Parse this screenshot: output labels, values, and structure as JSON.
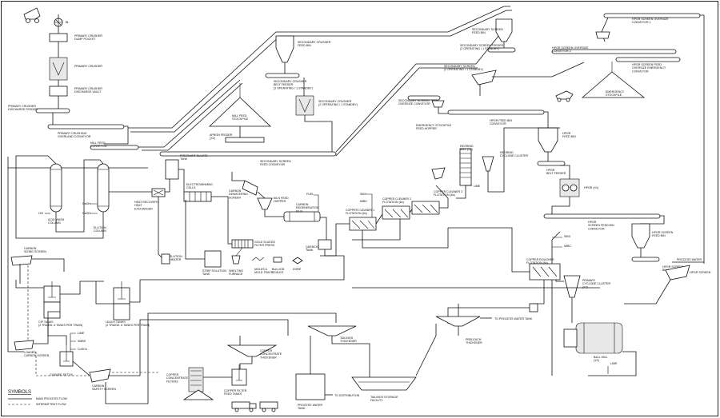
{
  "labels": {
    "bl": "BL",
    "primary_crusher_dump_pocket": [
      "PRIMARY CRUSHER",
      "DUMP POCKET"
    ],
    "primary_crusher": [
      "PRIMARY CRUSHER"
    ],
    "primary_crusher_discharge_vault": [
      "PRIMARY CRUSHER",
      "DISCHARGE VAULT"
    ],
    "primary_crusher_discharge_feeder": [
      "PRIMARY CRUSHER",
      "DISCHARGE FEEDER"
    ],
    "primary_crushing_overland_conveyor": [
      "PRIMARY CRUSHING",
      "OVERLAND CONVEYOR"
    ],
    "mill_feed_conveyor": [
      "MILL FEED",
      "CONVEYOR"
    ],
    "secondary_crusher_feed_bin": [
      "SECONDARY CRUSHER",
      "FEED BIN"
    ],
    "secondary_crusher_belt_feeder": [
      "SECONDARY CRUSHER",
      "BELT FEEDER",
      "(2 OPERATING / 1 STANDBY)"
    ],
    "secondary_crusher": [
      "SECONDARY CRUSHER",
      "(2 OPERATING / 1 STANDBY)"
    ],
    "mill_feed_stockpile": [
      "MILL FEED",
      "STOCKPILE"
    ],
    "apron_feeder": [
      "APRON FEEDER",
      "(X2)"
    ],
    "secondary_screen_feed_conveyor": [
      "SECONDARY SCREEN",
      "FEED CONVEYOR"
    ],
    "secondary_screen_feed_bin": [
      "SECONDARY SCREEN",
      "FEED BIN"
    ],
    "secondary_screen_feeder": [
      "SECONDARY SCREEN FEEDER",
      "(2 OPERATING / 1 STANDBY)"
    ],
    "secondary_screen": [
      "SECONDARY SCREEN",
      "(2 OPERATING / 1 STANDBY)"
    ],
    "secondary_screen_oversize_conveyor": [
      "SECONDARY SCREEN",
      "OVERSIZE CONVEYOR"
    ],
    "emergency_stockpile_feed_hopper": [
      "EMERGENCY STOCKPILE",
      "FEED HOPPER"
    ],
    "hpgr_feed_bin_conveyor": [
      "HPGR FEED BIN",
      "CONVEYOR"
    ],
    "hpgr_screen_oversize_conveyor_1": [
      "HPGR SCREEN OVERSIZE",
      "CONVEYOR 1"
    ],
    "hpgr_screen_oversize_conveyor_2": [
      "HPGR SCREEN OVERSIZE",
      "CONVEYOR 2"
    ],
    "hpgr_screen_feed_oversize_emergency_conveyor": [
      "HPGR SCREEN FEED",
      "OVERSIZE EMERGENCY",
      "CONVEYOR"
    ],
    "emergency_stockpile": [
      "EMERGENCY",
      "STOCKPILE"
    ],
    "hpgr_feed_bin": [
      "HPGR",
      "FEED BIN"
    ],
    "hpgr_belt_feeder": [
      "HPGR",
      "BELT FEEDER"
    ],
    "hpgr": [
      "HPGR (X1)"
    ],
    "hpgr_screen_feed_bin_conveyor": [
      "HPGR",
      "SCREEN FEED BIN",
      "CONVEYOR"
    ],
    "hpgr_screen_feed_bin": [
      "HPGR SCREEN",
      "FEED BIN"
    ],
    "hpgr_screen_belt_feeder": [
      "HPGR SCREEN",
      "BELT FEEDER"
    ],
    "hpgr_screen": [
      "HPGR SCREEN"
    ],
    "process_water": [
      "PROCESS WATER"
    ],
    "acid_wash_column": [
      "ACID WASH",
      "COLUMN"
    ],
    "elution_column": [
      "ELUTION",
      "COLUMN"
    ],
    "hcl": "HCl",
    "naoh_1": "NaOH",
    "naoh_2": "NaOH",
    "heat_recovery_exchanger": [
      "HEAT RECOVERY",
      "HEAT",
      "EXCHANGER"
    ],
    "pregnant_eluate_tank": [
      "PREGNANT ELUATE",
      "TANK"
    ],
    "electrowinning_cells": [
      "ELECTROWINNING",
      "CELLS"
    ],
    "elution_heater": [
      "ELUTION",
      "HEATER"
    ],
    "gold_sludge_filter_press": [
      "GOLD SLUDGE",
      "FILTER PRESS"
    ],
    "strip_solution_tank": [
      "STRIP SOLUTION",
      "TANK"
    ],
    "smelting_furnace": [
      "SMELTING",
      "FURNACE"
    ],
    "molds_mold_trays": [
      "MOLDS &",
      "MOLD TRAYS"
    ],
    "bullion_scales": [
      "BULLION",
      "SCALES"
    ],
    "dore": [
      "DORE"
    ],
    "carbon_dewatering_screen": [
      "CARBON",
      "DEWATERING",
      "SCREEN"
    ],
    "kiln_feed_hopper": [
      "KILN FEED",
      "HOPPER"
    ],
    "carbon_regeneration_kiln": [
      "CARBON",
      "REGENERATION",
      "KILN"
    ],
    "fuel": "FUEL",
    "quench_tank": [
      "QUENCH",
      "TANK"
    ],
    "carbon_sizing_screen": [
      "CARBON",
      "SIZING SCREEN"
    ],
    "cip_tanks": [
      "CIP TANKS",
      "(2 TRAINS, 6 TANKS PER TRAIN)"
    ],
    "leach_tanks": [
      "LEACH TANKS",
      "(2 TRAINS, 6 TANKS PER TRAIN)"
    ],
    "lime_1": "LIME",
    "smbs": "SMBS",
    "cuso4": "CuSO4",
    "loaded_carbon_screen": [
      "LOADED",
      "CARBON SCREEN"
    ],
    "cyanide_detox": [
      "CYANIDE DETOX"
    ],
    "carbon_safety_screen": [
      "CARBON",
      "SAFETY SCREEN"
    ],
    "regrind_mill": [
      "REGRIND",
      "MILL (X2)"
    ],
    "regrind_cyclone_cluster": [
      "REGRIND",
      "CYCLONE CLUSTER"
    ],
    "lime_2": "LIME",
    "sibx": "SIBX",
    "mibc_1": "MIBC",
    "copper_cleaner_1_flotation": [
      "COPPER CLEANER 1",
      "FLOTATION (6x)"
    ],
    "copper_cleaner_2_flotation": [
      "COPPER CLEANER 2",
      "FLOTATION (6x)"
    ],
    "copper_cleaner_3_flotation": [
      "COPPER CLEANER 3",
      "FLOTATION (6x)"
    ],
    "sibx_2": "SIBX",
    "mibc_2": "MIBC",
    "copper_rougher_flotation": [
      "COPPER ROUGHER",
      "FLOTATION (6x)"
    ],
    "primary_cyclone_cluster": [
      "PRIMARY",
      "CYCLONE CLUSTER",
      "(X2)"
    ],
    "ball_mill": [
      "BALL MILL",
      "(X2)"
    ],
    "lime_3": "LIME",
    "to_process_water_tank": "TO PROCESS WATER TANK",
    "preleach_thickener": [
      "PRELEACH",
      "THICKENER"
    ],
    "tailings_thickener": [
      "TAILINGS",
      "THICKENER"
    ],
    "copper_concentrate_thickener": [
      "COPPER",
      "CONCENTRATE",
      "THICKENER"
    ],
    "copper_concentrate_filters": [
      "COPPER",
      "CONCENTRATE",
      "FILTERS"
    ],
    "copper_filter_feed_tanks": [
      "COPPER FILTER",
      "FEED TANKS"
    ],
    "process_water_tank": [
      "PROCESS WATER",
      "TANK"
    ],
    "to_distribution": "TO DISTRIBUTION",
    "tailings_storage_facility": [
      "TAILINGS STORAGE",
      "FACILITY"
    ]
  },
  "legend": {
    "title": "SYMBOLS",
    "main_process_flow": "MAIN PROCESS FLOW",
    "intermittent_flow": "INTERMITTENT FLOW"
  }
}
